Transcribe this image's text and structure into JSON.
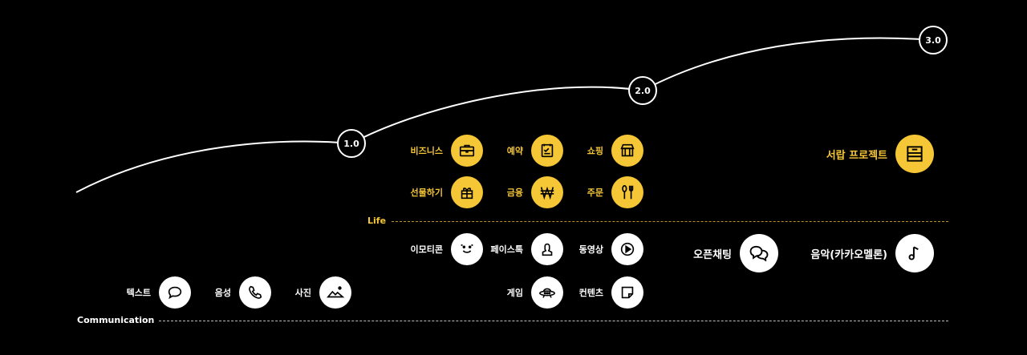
{
  "versions": [
    {
      "id": "v1",
      "label": "1.0"
    },
    {
      "id": "v2",
      "label": "2.0"
    },
    {
      "id": "v3",
      "label": "3.0"
    }
  ],
  "tracks": {
    "life": {
      "label": "Life",
      "color": "#f5c636"
    },
    "communication": {
      "label": "Communication",
      "color": "#ffffff"
    }
  },
  "colors": {
    "accent": "#f5c636",
    "background": "#000000",
    "foreground": "#ffffff"
  },
  "nodes": {
    "business": {
      "label": "비즈니스",
      "icon": "briefcase-icon"
    },
    "booking": {
      "label": "예약",
      "icon": "checklist-icon"
    },
    "shopping": {
      "label": "쇼핑",
      "icon": "storefront-icon"
    },
    "drawer": {
      "label": "서랍 프로젝트",
      "icon": "drawer-icon"
    },
    "gift": {
      "label": "선물하기",
      "icon": "gift-icon"
    },
    "finance": {
      "label": "금융",
      "icon": "won-icon"
    },
    "order": {
      "label": "주문",
      "icon": "utensils-icon"
    },
    "emoticon": {
      "label": "이모티콘",
      "icon": "smiley-icon"
    },
    "facetalk": {
      "label": "페이스톡",
      "icon": "person-icon"
    },
    "video": {
      "label": "동영상",
      "icon": "play-icon"
    },
    "openchat": {
      "label": "오픈채팅",
      "icon": "chat-bubbles-icon"
    },
    "music": {
      "label": "음악(카카오멜론)",
      "icon": "music-note-icon"
    },
    "game": {
      "label": "게임",
      "icon": "ufo-icon"
    },
    "contents": {
      "label": "컨텐츠",
      "icon": "note-icon"
    },
    "text": {
      "label": "텍스트",
      "icon": "speech-bubble-icon"
    },
    "voice": {
      "label": "음성",
      "icon": "phone-icon"
    },
    "photo": {
      "label": "사진",
      "icon": "mountain-icon"
    }
  }
}
